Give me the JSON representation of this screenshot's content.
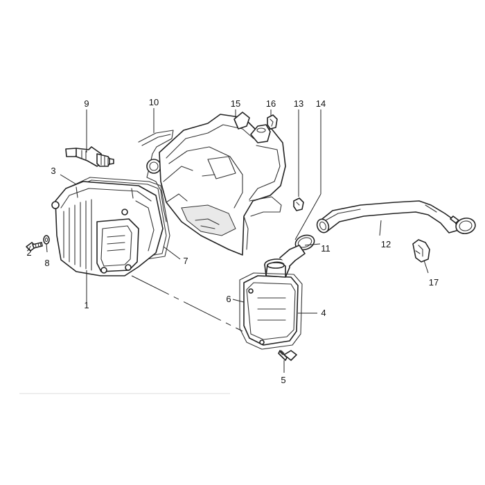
{
  "callouts": [
    {
      "id": "1",
      "text": "1"
    },
    {
      "id": "2",
      "text": "2"
    },
    {
      "id": "3",
      "text": "3"
    },
    {
      "id": "4",
      "text": "4"
    },
    {
      "id": "5",
      "text": "5"
    },
    {
      "id": "6",
      "text": "6"
    },
    {
      "id": "7",
      "text": "7"
    },
    {
      "id": "8",
      "text": "8"
    },
    {
      "id": "9",
      "text": "9"
    },
    {
      "id": "10",
      "text": "10"
    },
    {
      "id": "11",
      "text": "11"
    },
    {
      "id": "12",
      "text": "12"
    },
    {
      "id": "13",
      "text": "13"
    },
    {
      "id": "14",
      "text": "14"
    },
    {
      "id": "15",
      "text": "15"
    },
    {
      "id": "16",
      "text": "16"
    },
    {
      "id": "17",
      "text": "17"
    }
  ],
  "colors": {
    "line": "#222222",
    "background": "#ffffff"
  }
}
